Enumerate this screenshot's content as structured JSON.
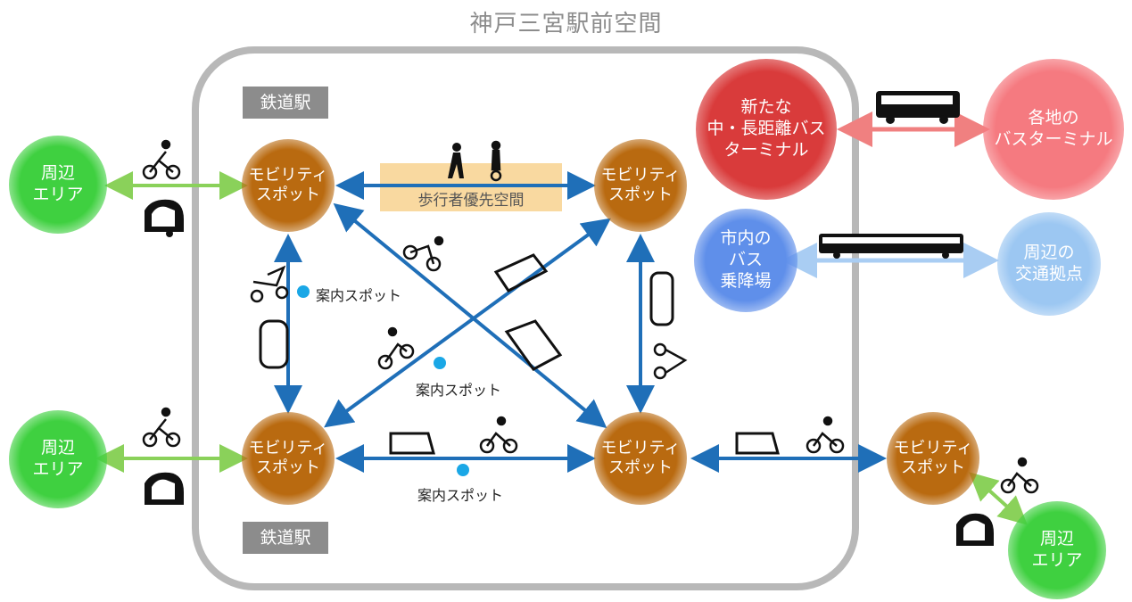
{
  "title": "神戸三宮駅前空間",
  "stations": {
    "top": "鉄道駅",
    "bottom": "鉄道駅"
  },
  "mobility_spot": {
    "line1": "モビリティ",
    "line2": "スポット"
  },
  "area": {
    "line1": "周辺",
    "line2": "エリア"
  },
  "pedestrian_space": "歩行者優先空間",
  "info_spot": "案内スポット",
  "bus_terminal": {
    "line1": "新たな",
    "line2": "中・長距離バス",
    "line3": "ターミナル"
  },
  "regional_bus": {
    "line1": "各地の",
    "line2": "バスターミナル"
  },
  "city_bus": {
    "line1": "市内の",
    "line2": "バス",
    "line3": "乗降場"
  },
  "transit_hub": {
    "line1": "周辺の",
    "line2": "交通拠点"
  },
  "colors": {
    "spot": "#b96a10",
    "area": "#3fd040",
    "frame": "#b8b8b8",
    "blue_arrow": "#1f6fb8",
    "green_arrow": "#8ad15a",
    "pink_arrow": "#f08080",
    "light_blue_arrow": "#a9cdf3",
    "info_dot": "#1aa7e6",
    "pedestrian_band": "#f9d9a0"
  },
  "icons": [
    "bicycle-icon",
    "cabin-vehicle-icon",
    "pedestrian-icon",
    "segway-icon",
    "kick-scooter-icon",
    "small-ev-icon",
    "coach-bus-icon",
    "city-bus-icon"
  ]
}
